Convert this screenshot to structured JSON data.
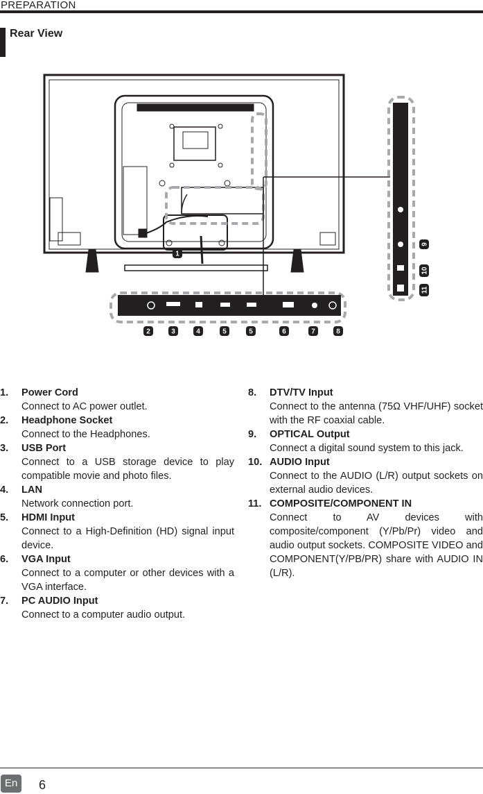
{
  "header": {
    "title": "PREPARATION"
  },
  "section": {
    "title": "Rear View"
  },
  "diagram": {
    "callouts": [
      "1",
      "2",
      "3",
      "4",
      "5",
      "5",
      "6",
      "7",
      "8",
      "9",
      "10",
      "11"
    ]
  },
  "items_left": [
    {
      "num": "1.",
      "title": "Power Cord",
      "desc": "Connect to AC power outlet."
    },
    {
      "num": "2.",
      "title": "Headphone Socket",
      "desc": "Connect to the Headphones."
    },
    {
      "num": "3.",
      "title": "USB Port",
      "desc": "Connect to a USB storage device to play compatible movie and photo files."
    },
    {
      "num": "4.",
      "title": "LAN",
      "desc": "Network connection port."
    },
    {
      "num": "5.",
      "title": "HDMI Input",
      "desc": "Connect to a High-Definition (HD) signal input device."
    },
    {
      "num": "6.",
      "title": "VGA Input",
      "desc": "Connect to a computer or other devices with a VGA interface."
    },
    {
      "num": "7.",
      "title": "PC AUDIO Input",
      "desc": "Connect to a computer audio output."
    }
  ],
  "items_right": [
    {
      "num": "8.",
      "title": "DTV/TV Input",
      "desc": "Connect to the antenna (75Ω VHF/UHF) socket with the RF coaxial cable."
    },
    {
      "num": "9.",
      "title": "OPTICAL Output",
      "desc": "Connect a digital sound system to this jack."
    },
    {
      "num": "10.",
      "title": "AUDIO Input",
      "desc": "Connect to the AUDIO (L/R) output sockets on external audio devices."
    },
    {
      "num": "11.",
      "title": "COMPOSITE/COMPONENT IN",
      "desc": "Connect to AV devices with composite/component (Y/Pb/Pr) video and audio output sockets. COMPOSITE VIDEO and COMPONENT(Y/PB/PR) share with AUDIO IN (L/R)."
    }
  ],
  "footer": {
    "lang": "En",
    "page": "6"
  }
}
